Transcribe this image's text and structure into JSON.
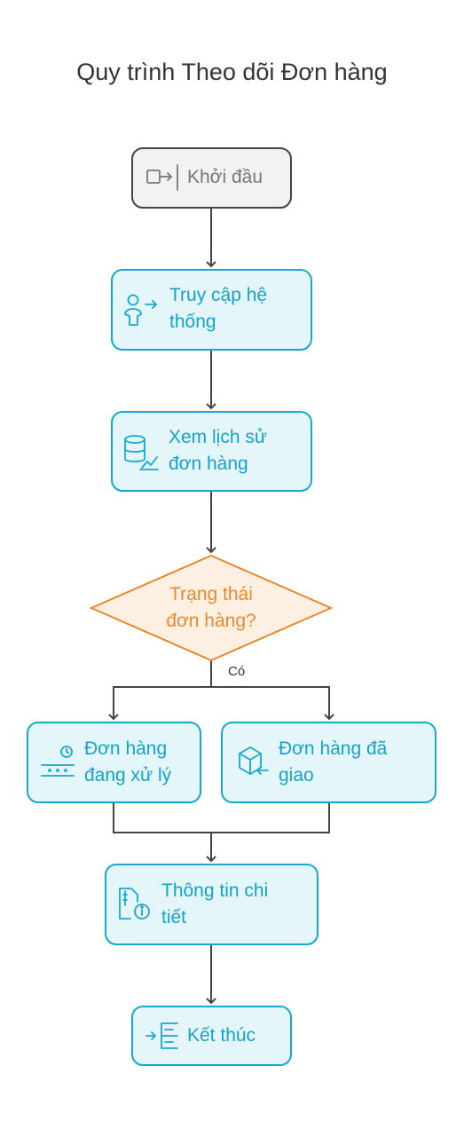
{
  "title": "Quy trình Theo dõi Đơn hàng",
  "nodes": {
    "start": {
      "label": "Khởi đầu",
      "icon": "sign-in-icon"
    },
    "access": {
      "label_line1": "Truy cập hệ",
      "label_line2": "thống",
      "icon": "user-arrow-icon"
    },
    "history": {
      "label_line1": "Xem lịch sử",
      "label_line2": "đơn hàng",
      "icon": "database-chart-icon"
    },
    "decision": {
      "label_line1": "Trạng thái",
      "label_line2": "đơn hàng?"
    },
    "processing": {
      "label_line1": "Đơn hàng",
      "label_line2": "đang xử lý",
      "icon": "conveyor-timer-icon"
    },
    "delivered": {
      "label_line1": "Đơn hàng đã",
      "label_line2": "giao",
      "icon": "package-arrow-icon"
    },
    "details": {
      "label_line1": "Thông tin chi",
      "label_line2": "tiết",
      "icon": "file-info-icon"
    },
    "end": {
      "label": "Kết thúc",
      "icon": "sign-out-tree-icon"
    }
  },
  "edges": {
    "decision_yes": "Có"
  },
  "colors": {
    "process_fill": "#E5F6FB",
    "process_stroke": "#16A9CF",
    "terminal_fill": "#F2F2F2",
    "terminal_stroke": "#444444",
    "decision_fill": "#FDF0E3",
    "decision_stroke": "#E8892C",
    "edge": "#444444"
  }
}
